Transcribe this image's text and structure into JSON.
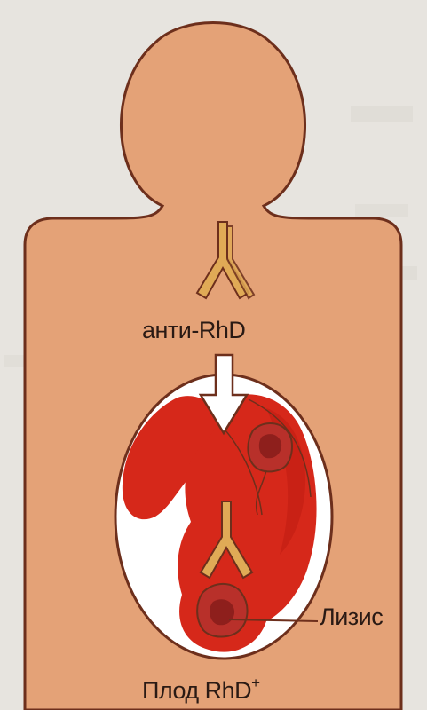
{
  "labels": {
    "antibody": "анти-RhD",
    "lysis": "Лизис",
    "fetus": "Плод RhD",
    "fetus_sup": "+"
  },
  "colors": {
    "background": "#e7e4df",
    "body_fill": "#e4a277",
    "outline": "#6d2f1c",
    "womb_fill": "#ffffff",
    "fetus_red": "#d6281a",
    "fetus_dark": "#bf1c12",
    "cell_fill": "#b8302a",
    "cell_core": "#8e1f1c",
    "antibody_fill": "#e0aa56",
    "arrow_fill": "#ffffff",
    "text": "#2a1a14"
  }
}
